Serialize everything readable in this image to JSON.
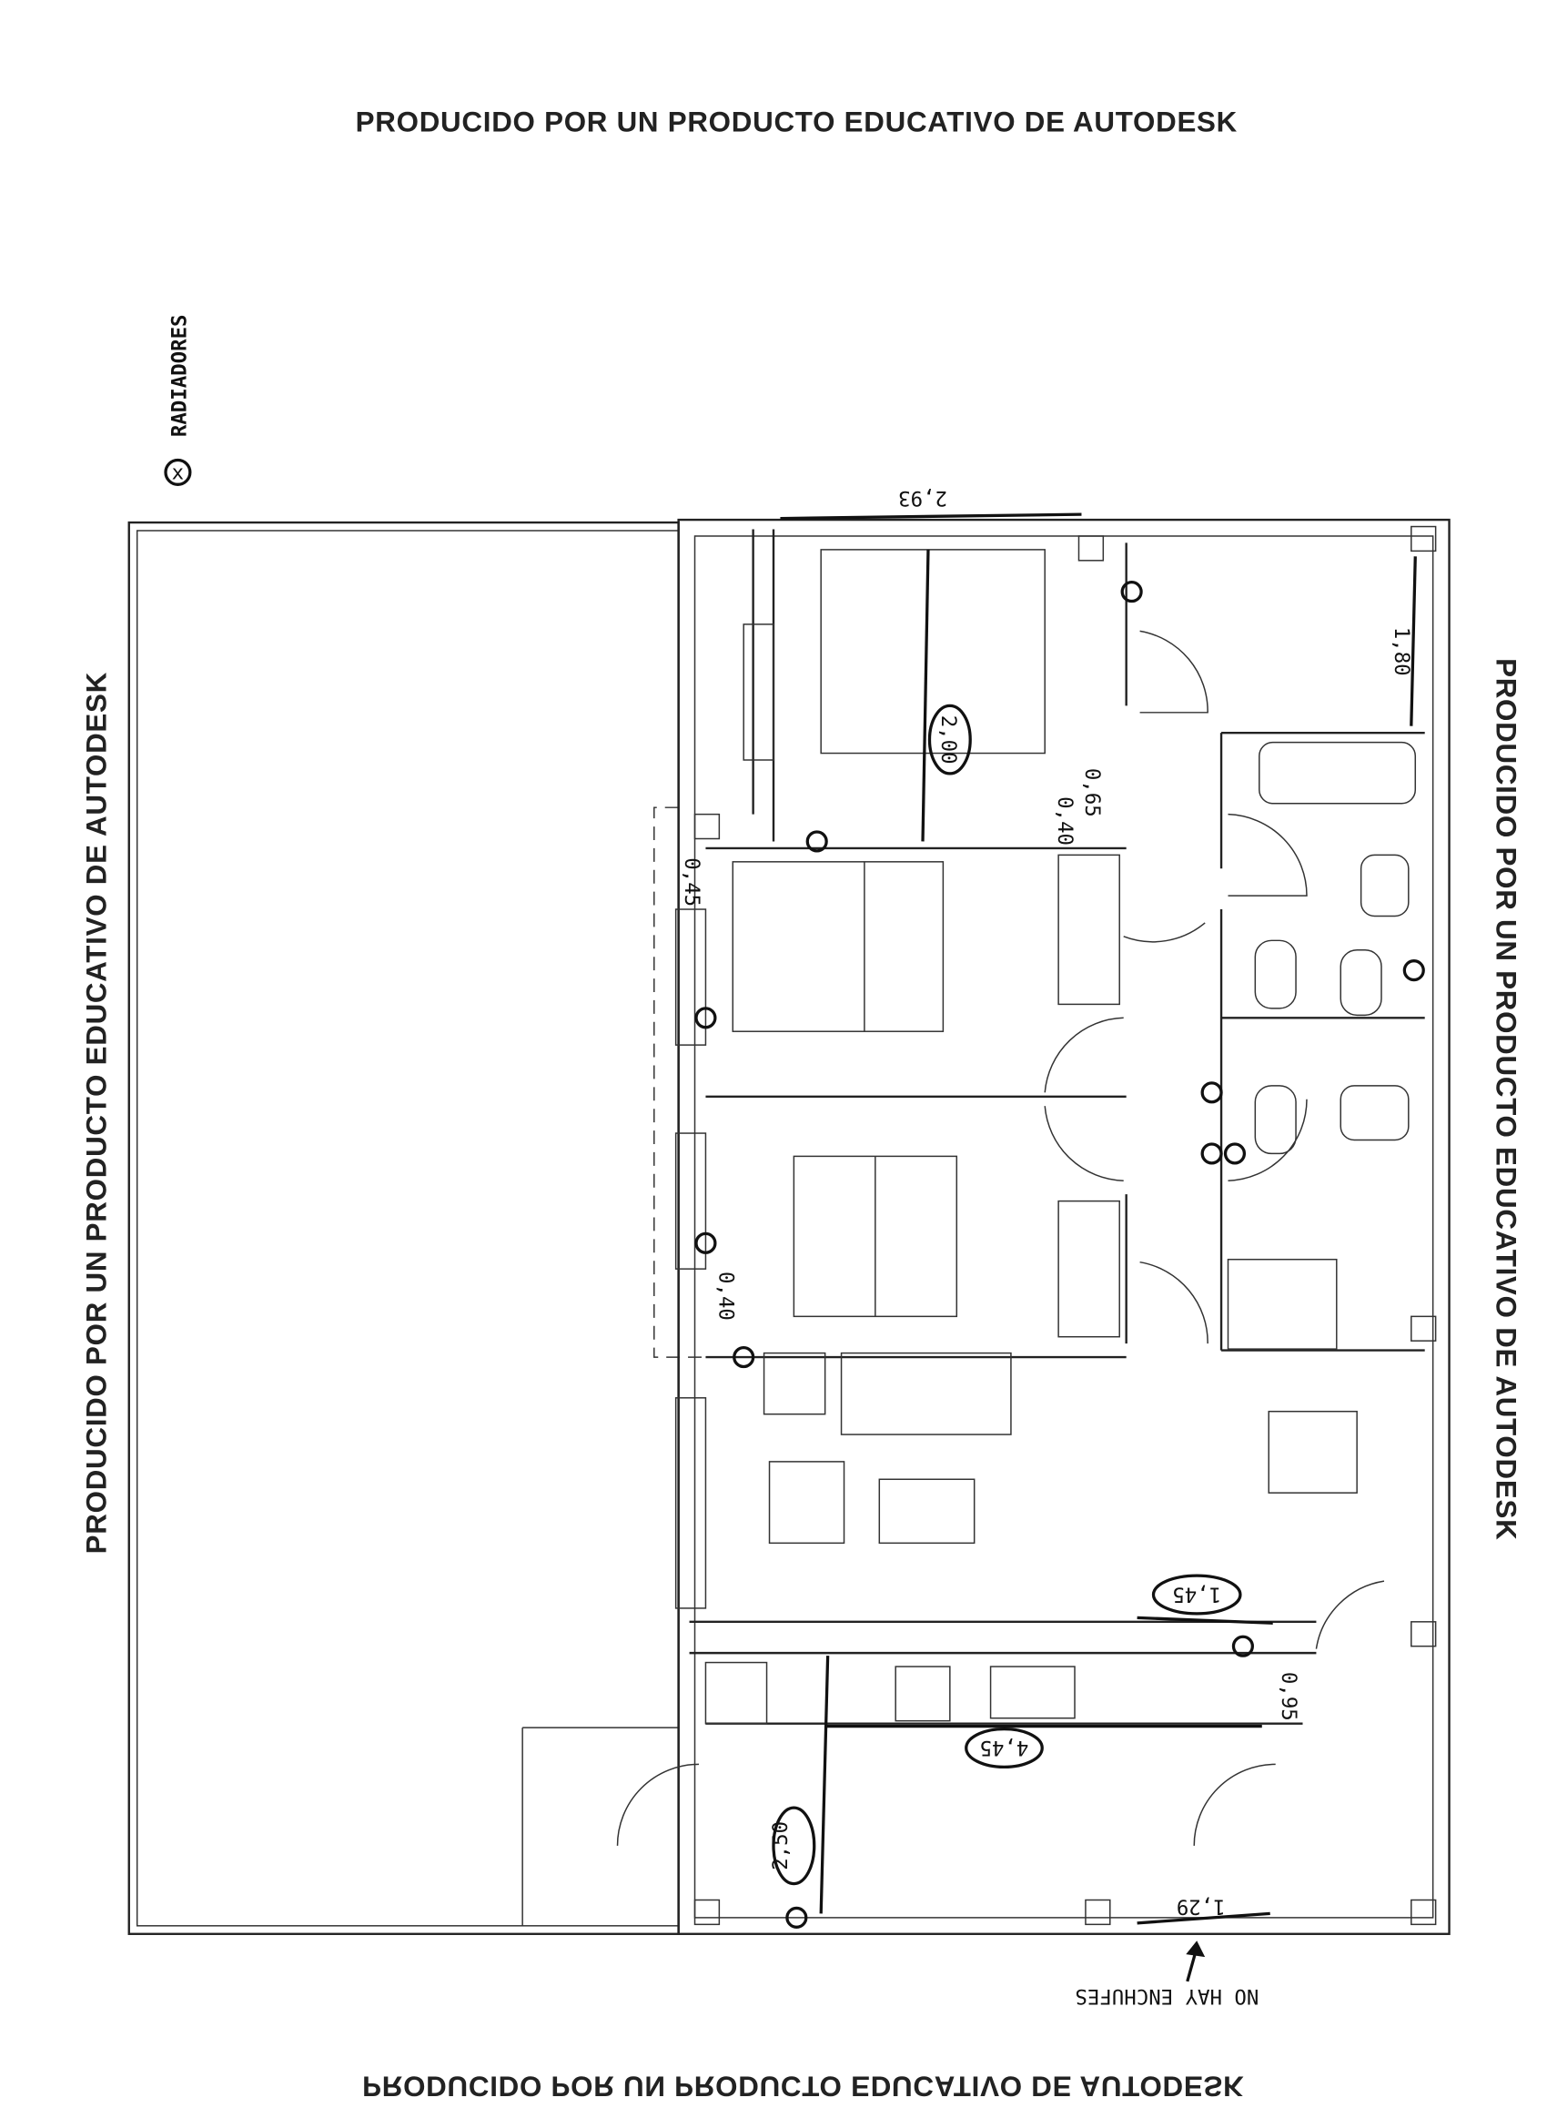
{
  "watermark": {
    "top": "PRODUCIDO POR UN PRODUCTO EDUCATIVO DE AUTODESK",
    "left": "PRODUCIDO POR UN PRODUCTO EDUCATIVO DE AUTODESK",
    "right": "PRODUCIDO POR UN PRODUCTO EDUCATIVO DE AUTODESK",
    "bottom": "PRODUCIDO POR UN PRODUCTO EDUCATIVO DE AUTODESK"
  },
  "legend": {
    "symbol": "⊗",
    "label": "RADIADORES"
  },
  "annotations": {
    "dim_bedroom1_width": "2,93",
    "dim_bathroom_length": "1,80",
    "dim_bedroom1_length": "2,00",
    "dim_hall_065": "0,65",
    "dim_hall_040": "0,40",
    "dim_bedroom2_045": "0,45",
    "dim_bedroom3_040": "0,40",
    "dim_living_145": "1,45",
    "dim_kitchen_length": "4,45",
    "dim_kitchen_095": "0,95",
    "dim_entry_250": "2,50",
    "dim_entry_129": "1,29",
    "note": "NO HAY ENCHUFES"
  }
}
